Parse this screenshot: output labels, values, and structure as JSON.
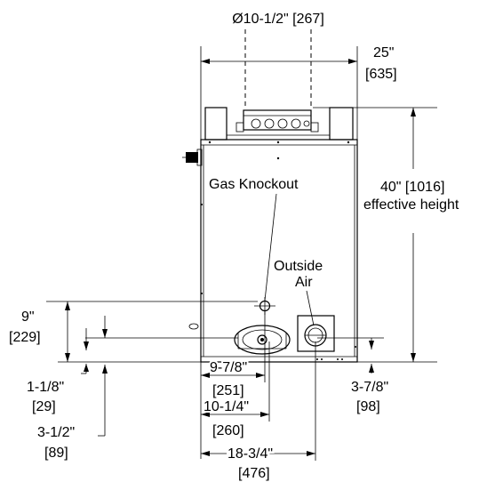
{
  "labels": {
    "flue_diameter": "Ø10-1/2\" [267]",
    "width_in": "25\"",
    "width_mm": "[635]",
    "height_in": "40\" [1016]",
    "height_desc": "effective height",
    "gas_knockout": "Gas Knockout",
    "outside_air_1": "Outside",
    "outside_air_2": "Air",
    "dim_9_in": "9\"",
    "dim_9_mm": "[229]",
    "dim_1_1_8_in": "1-1/8\"",
    "dim_1_1_8_mm": "[29]",
    "dim_3_1_2_in": "3-1/2\"",
    "dim_3_1_2_mm": "[89]",
    "dim_9_7_8_in": "9-7/8\"",
    "dim_9_7_8_mm": "[251]",
    "dim_10_1_4_in": "10-1/4\"",
    "dim_10_1_4_mm": "[260]",
    "dim_18_3_4_in": "18-3/4\"",
    "dim_18_3_4_mm": "[476]",
    "dim_3_7_8_in": "3-7/8\"",
    "dim_3_7_8_mm": "[98]"
  }
}
